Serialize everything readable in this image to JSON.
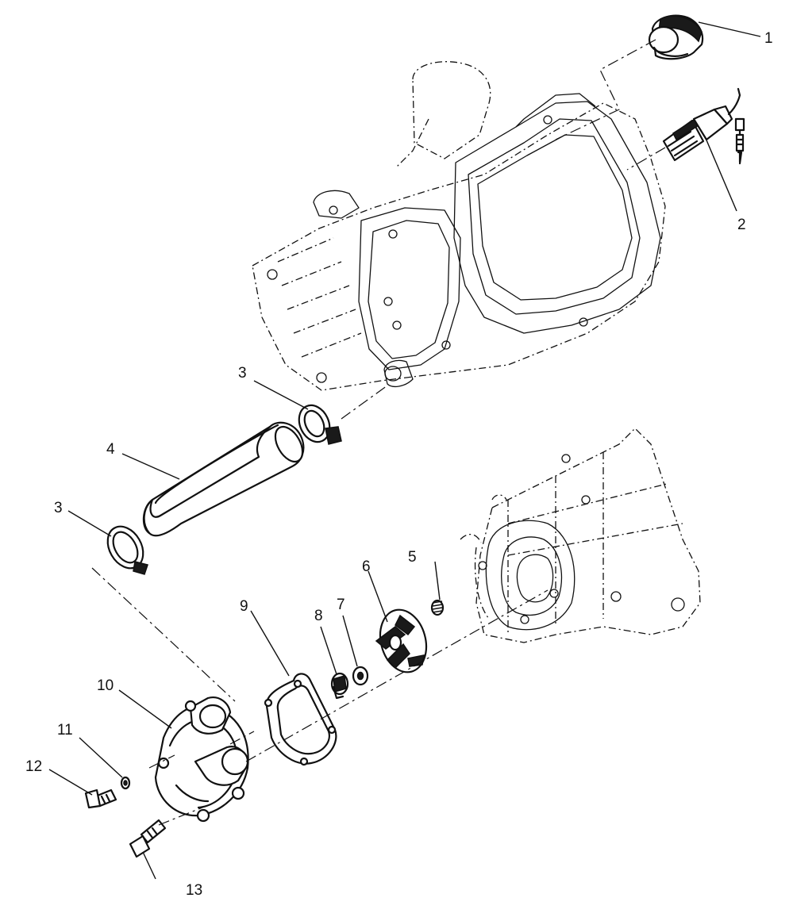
{
  "diagram": {
    "callouts": [
      {
        "id": "1",
        "label": "1"
      },
      {
        "id": "2",
        "label": "2"
      },
      {
        "id": "3a",
        "label": "3"
      },
      {
        "id": "4",
        "label": "4"
      },
      {
        "id": "3b",
        "label": "3"
      },
      {
        "id": "5",
        "label": "5"
      },
      {
        "id": "6",
        "label": "6"
      },
      {
        "id": "7",
        "label": "7"
      },
      {
        "id": "8",
        "label": "8"
      },
      {
        "id": "9",
        "label": "9"
      },
      {
        "id": "10",
        "label": "10"
      },
      {
        "id": "11",
        "label": "11"
      },
      {
        "id": "12",
        "label": "12"
      },
      {
        "id": "13",
        "label": "13"
      }
    ]
  }
}
